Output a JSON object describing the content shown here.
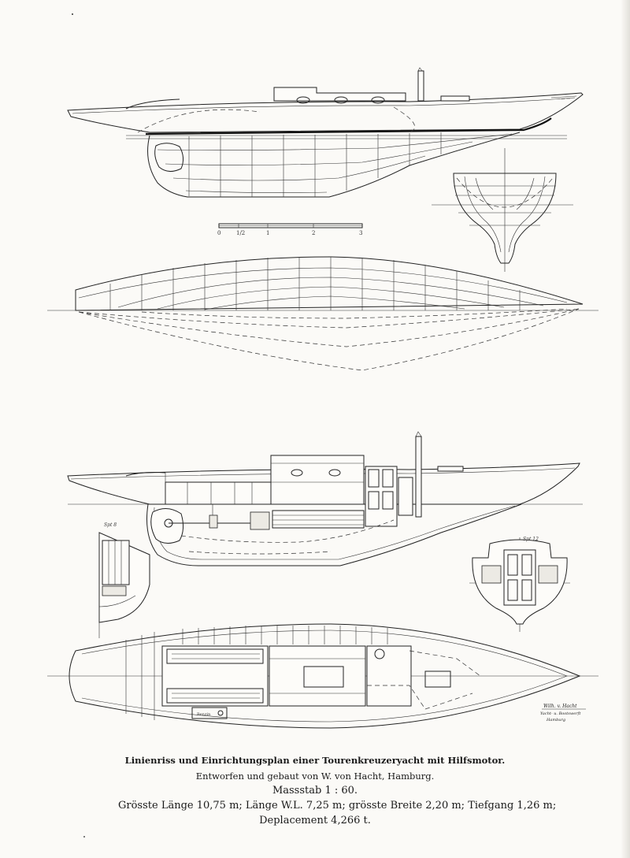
{
  "caption": {
    "title": "Linienriss und Einrichtungsplan einer Tourenkreuzeryacht mit Hilfsmotor.",
    "subtitle": "Entworfen und gebaut von W. von Hacht, Hamburg.",
    "scale": "Massstab 1 : 60.",
    "dimensions": "Grösste Länge 10,75 m; Länge W.L. 7,25 m; grösste Breite 2,20 m; Tiefgang 1,26 m;",
    "displacement": "Deplacement 4,266 t."
  },
  "scale_bar": {
    "tick_labels": [
      "0",
      "1/2",
      "1",
      "2",
      "3"
    ]
  },
  "section_labels": {
    "left_section": "Spt 8",
    "right_section": "Spt 12"
  },
  "plan_labels": {
    "benzin": "Benzin"
  },
  "signature": {
    "line1": "Wilh. v. Hacht",
    "line2": "Yacht- u. Bootswerft",
    "line3": "Hamburg"
  }
}
